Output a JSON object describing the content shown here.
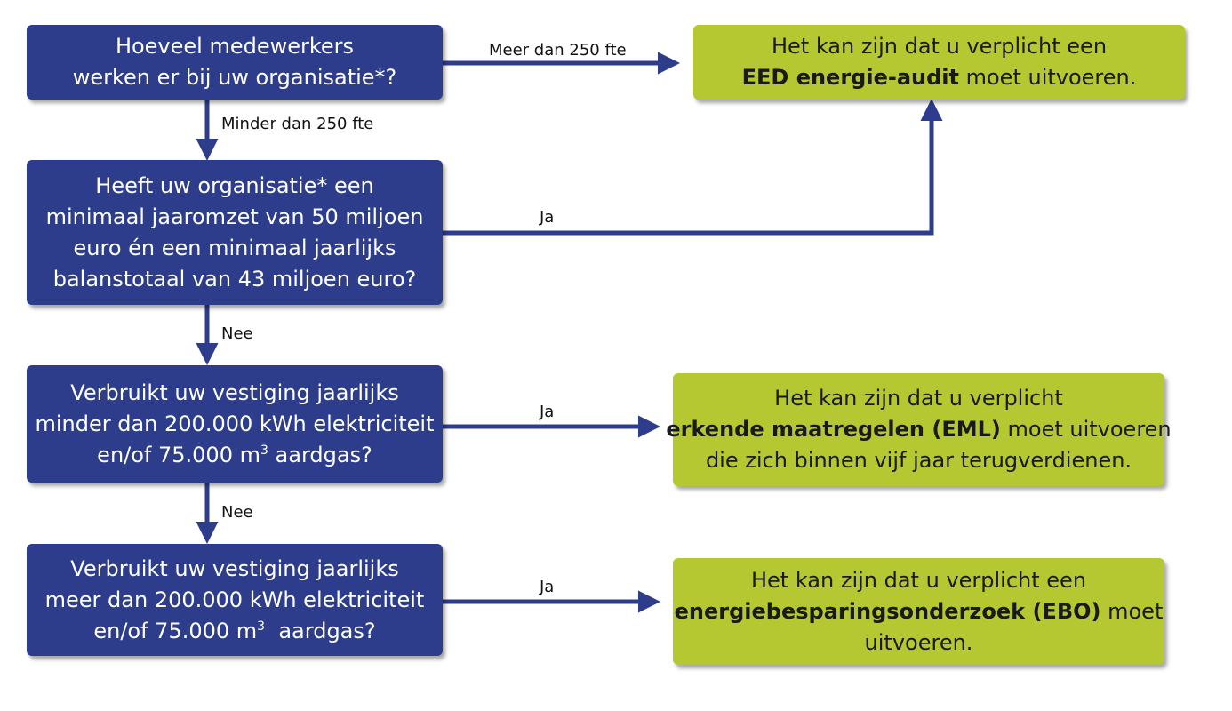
{
  "colors": {
    "question_box": "#2d3d8c",
    "result_box": "#b5c731",
    "arrow": "#2d3d8c"
  },
  "questions": [
    {
      "lines": [
        "Hoeveel medewerkers",
        "werken er bij uw organisatie*?"
      ]
    },
    {
      "lines": [
        "Heeft uw organisatie* een",
        "minimaal jaaromzet van 50 miljoen",
        "euro én een minimaal jaarlijks",
        "balanstotaal van 43 miljoen euro?"
      ]
    },
    {
      "lines": [
        "Verbruikt uw vestiging jaarlijks",
        "minder dan 200.000 kWh elektriciteit"
      ],
      "line3_pre": "en/of 75.000 m",
      "line3_sup": "3",
      "line3_post": " aardgas?"
    },
    {
      "lines": [
        "Verbruikt uw vestiging jaarlijks",
        "meer dan 200.000 kWh elektriciteit"
      ],
      "line3_pre": "en/of 75.000 m",
      "line3_sup": "3",
      "line3_post": "  aardgas?"
    }
  ],
  "results": [
    {
      "line1": "Het kan zijn dat u verplicht een",
      "bold": "EED energie-audit",
      "after_bold": " moet uitvoeren."
    },
    {
      "line1": "Het kan zijn dat u verplicht",
      "bold": "erkende maatregelen (EML)",
      "after_bold": " moet uitvoeren",
      "line3": "die zich binnen vijf jaar terugverdienen."
    },
    {
      "line1": "Het kan zijn dat u verplicht een",
      "bold": "energiebesparingsonderzoek (EBO)",
      "after_bold": " moet",
      "line3": "uitvoeren."
    }
  ],
  "edge_labels": {
    "more_than_250": "Meer dan 250 fte",
    "less_than_250": "Minder dan 250 fte",
    "ja_1": "Ja",
    "nee_1": "Nee",
    "ja_2": "Ja",
    "nee_2": "Nee",
    "ja_3": "Ja"
  }
}
